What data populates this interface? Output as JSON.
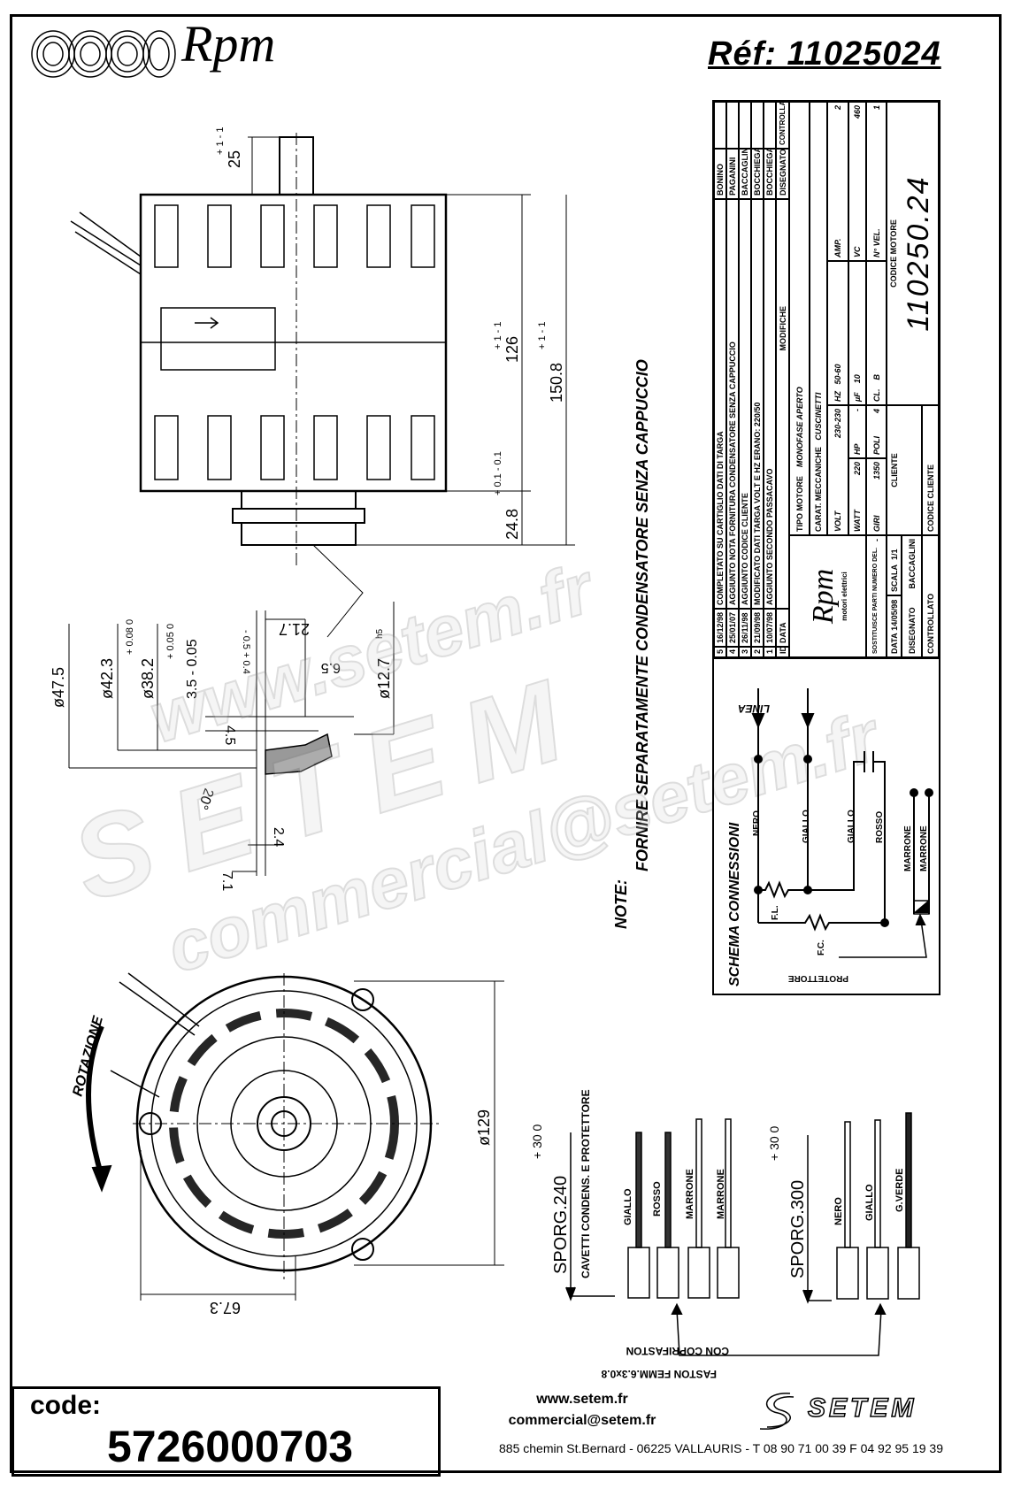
{
  "header": {
    "logo_text": "Rpm",
    "reference": "Réf:  11025024"
  },
  "side_view": {
    "dim_shaft": "25",
    "dim_shaft_tol": "+ 1  - 1",
    "dim_body": "126",
    "dim_body_tol": "+ 1  - 1",
    "dim_total": "150.8",
    "dim_total_tol": "+ 1  - 1",
    "dim_pulley": "24.8",
    "dim_pulley_tol": "+ 0.1  - 0.1"
  },
  "detail": {
    "d1": "ø47.5",
    "d2": "ø42.3",
    "d3": "ø38.2",
    "d3_tol": "+ 0.05  0",
    "d2_tol": "+ 0.08  0",
    "d4": "3.5 - 0.05",
    "d5": "4.5",
    "d6": "20°",
    "d7": "2.4",
    "d8": "7.1",
    "d9": "21.7",
    "d9_tol": "- 0.5  + 0.4",
    "d10": "6.5",
    "d11": "ø12.7",
    "d11_tol": "h5"
  },
  "note": {
    "label": "NOTE:",
    "text": "FORNIRE SEPARATAMENTE CONDENSATORE SENZA CAPPUCCIO"
  },
  "bottom_view": {
    "rotation": "ROTAZIONE",
    "diameter": "ø129",
    "width": "67.3"
  },
  "title_block": {
    "revisions": [
      {
        "id": "5",
        "date": "16/12/98",
        "description": "COMPLETATO SU CARTIGLIO DATI DI TARGA",
        "signed": "BONINO"
      },
      {
        "id": "4",
        "date": "25/01/07",
        "description": "AGGIUNTO NOTA FORNITURA CONDENSATORE SENZA CAPPUCCIO",
        "signed": "PAGANINI"
      },
      {
        "id": "3",
        "date": "26/11/98",
        "description": "AGGIUNTO CODICE CLIENTE",
        "signed": "BACCAGLINI"
      },
      {
        "id": "2",
        "date": "21/09/98",
        "description": "MODIFICATO DATI TARGA VOLT E HZ ERANO: 220/50",
        "signed": "BOCCHIEGA"
      },
      {
        "id": "1",
        "date": "10/07/98",
        "description": "AGGIUNTO SECONDO PASSACAVO",
        "signed": "BOCCHIEGA"
      }
    ],
    "col_id": "ID",
    "col_date": "DATA",
    "col_changes": "MODIFICHE",
    "col_drawn": "DISEGNATO",
    "col_checked": "CONTROLLATO",
    "tipo_motore_label": "TIPO MOTORE",
    "tipo_motore": "MONOFASE APERTO",
    "carat_label": "CARAT. MECCANICHE",
    "carat": "CUSCINETTI",
    "volt_label": "VOLT",
    "volt": "230-230",
    "hz_label": "HZ",
    "hz": "50-60",
    "amp_label": "AMP.",
    "amp": "2",
    "watt_label": "WATT",
    "watt": "220",
    "hp_label": "HP",
    "hp": "-",
    "uf_label": "µF",
    "uf": "10",
    "vc_label": "VC",
    "vc": "460",
    "giri_label": "GIRI",
    "giri": "1350",
    "poli_label": "POLI",
    "poli": "4",
    "cl_label": "CL.",
    "cl": "B",
    "vel_label": "N° VEL.",
    "vel": "1",
    "cliente_label": "CLIENTE",
    "codice_cliente_label": "CODICE CLIENTE",
    "codice_motore_label": "CODICE MOTORE",
    "codice_motore": "110250.24",
    "logo_text": "Rpm",
    "logo_sub": "motori elettrici",
    "sostituisce_label": "SOSTITUISCE PARTI NUMERO DEL.",
    "sostituisce": "-",
    "data_label": "DATA",
    "data": "14/05/98",
    "scala_label": "SCALA",
    "scala": "1/1",
    "disegnato_label": "DISEGNATO",
    "disegnato": "BACCAGLINI",
    "controllato_label": "CONTROLLATO"
  },
  "schema": {
    "title": "SCHEMA CONNESSIONI",
    "linea": "LINEA",
    "nero": "NERO",
    "giallo1": "GIALLO",
    "giallo2": "GIALLO",
    "rosso": "ROSSO",
    "marrone1": "MARRONE",
    "marrone2": "MARRONE",
    "fl": "F.L.",
    "fc": "F.C.",
    "protettore": "PROTETTORE"
  },
  "wires": {
    "group1_length": "SPORG.240",
    "group1_tol": "+ 30   0",
    "group1_desc": "CAVETTI CONDENS. E PROTETTORE",
    "group1": [
      "GIALLO",
      "ROSSO",
      "MARRONE",
      "MARRONE"
    ],
    "group2_length": "SPORG.300",
    "group2_tol": "+ 30   0",
    "group2": [
      "NERO",
      "GIALLO",
      "G.VERDE"
    ],
    "faston_line1": "CON COPRIFASTON",
    "faston_line2": "FASTON FEMM.6.3x0.8"
  },
  "watermark": {
    "big": "SETEM",
    "web": "www.setem.fr",
    "email": "commercial@setem.fr"
  },
  "footer": {
    "code_label": "code:",
    "code": "5726000703",
    "web": "www.setem.fr",
    "email": "commercial@setem.fr",
    "address": "885 chemin St.Bernard  -  06225 VALLAURIS  -  T 08 90 71 00 39   F 04 92 95 19 39",
    "logo_text": "SETEM"
  }
}
